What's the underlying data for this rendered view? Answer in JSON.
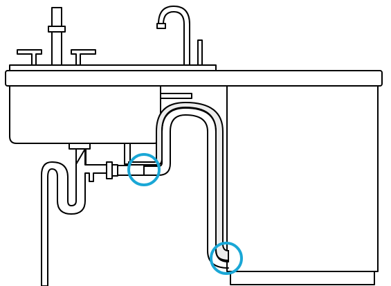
{
  "colors": {
    "outline": "#000000",
    "background": "#ffffff",
    "hose_fill": "#ececec",
    "highlight": "#1aa7d6"
  },
  "parts": [
    {
      "name": "faucet",
      "icon": "faucet-icon"
    },
    {
      "name": "sink-basin",
      "icon": "sink-icon"
    },
    {
      "name": "countertop",
      "icon": "countertop-icon"
    },
    {
      "name": "dishwasher",
      "icon": "dishwasher-icon"
    },
    {
      "name": "p-trap",
      "icon": "pipe-trap-icon"
    },
    {
      "name": "drain-hose",
      "icon": "hose-icon"
    }
  ],
  "highlights": [
    {
      "name": "hose-to-drain-connection",
      "icon": "highlight-circle-icon"
    },
    {
      "name": "hose-to-dishwasher-connection",
      "icon": "highlight-circle-icon"
    }
  ]
}
